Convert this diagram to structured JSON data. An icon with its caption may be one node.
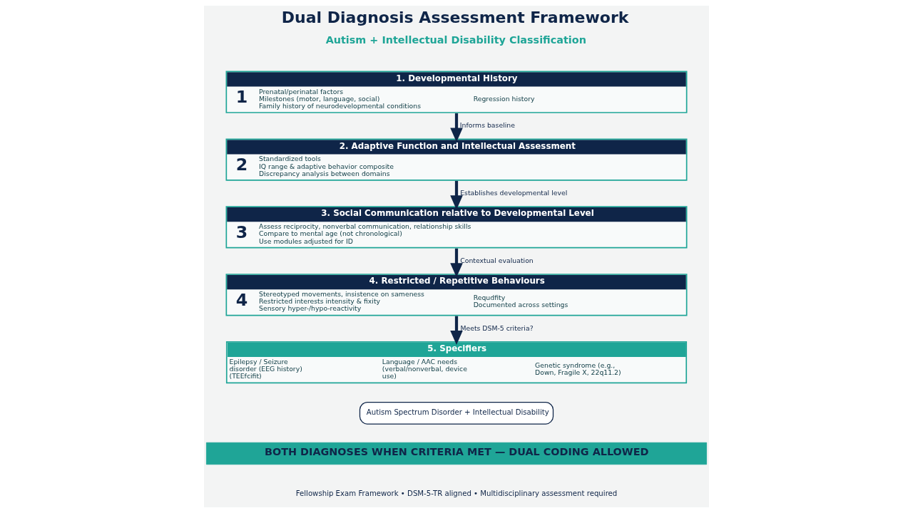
{
  "diagram": {
    "title": "Dual Diagnosis Assessment Framework",
    "nodes": [
      {
        "text": [
          "1. Developmental History",
          "1",
          "Prenatal/perinatal factors",
          "Milestones (motor, language, social)",
          "Family history of neurodevelopmental conditions",
          "Regression history"
        ]
      },
      {
        "text": [
          "2. Adaptive Function and Intellectual Assessment",
          "2",
          "Standardized tools",
          "IQ range & adaptive behavior composite",
          "Discrepancy analysis between domains"
        ]
      },
      {
        "text": [
          "3. Social Communication relative to Developmental Level",
          "3",
          "Assess reciprocity, nonverbal communication, relationship skills",
          "Compare to mental age (not chronological)",
          "Use modules adjusted for ID"
        ]
      },
      {
        "text": [
          "4. Restricted / Repetitive Behaviours",
          "4",
          "Stereotyped movements, insistence on sameness",
          "Restricted interests intensity & fixity",
          "Sensory hyper-/hypo-reactivity",
          "Requdfity",
          "Documented across settings"
        ]
      },
      {
        "text": [
          "5. Specifiers",
          "Epilepsy / Seizure disorder (EEG history) (TEEfcifit)",
          "Language / AAC needs (verbal/nonverbal, device use)",
          "Genetic syndrome (e.g., Down, Fragile X, 22q11.2)"
        ]
      },
      {
        "text": [
          "Autism Spectrum Disorder + Intellectual Disability"
        ]
      },
      {
        "text": [
          "BOTH DIAGNOSES WHEN CRITERIA MET — DUAL CODING ALLOWED"
        ]
      }
    ],
    "edges": [
      {
        "from": 0,
        "to": 1,
        "arrow": "to",
        "label": "Informs baseline"
      },
      {
        "from": 1,
        "to": 2,
        "arrow": "to",
        "label": "Establishes developmental level"
      },
      {
        "from": 2,
        "to": 3,
        "arrow": "to",
        "label": "Contextual evaluation"
      },
      {
        "from": 3,
        "to": 4,
        "arrow": "to",
        "label": "Meets DSM-5 criteria?"
      }
    ],
    "labels": [
      "Autism + Intellectual Disability Classification",
      "Fellowship Exam Framework • DSM-5-TR aligned • Multidisciplinary assessment required"
    ]
  }
}
